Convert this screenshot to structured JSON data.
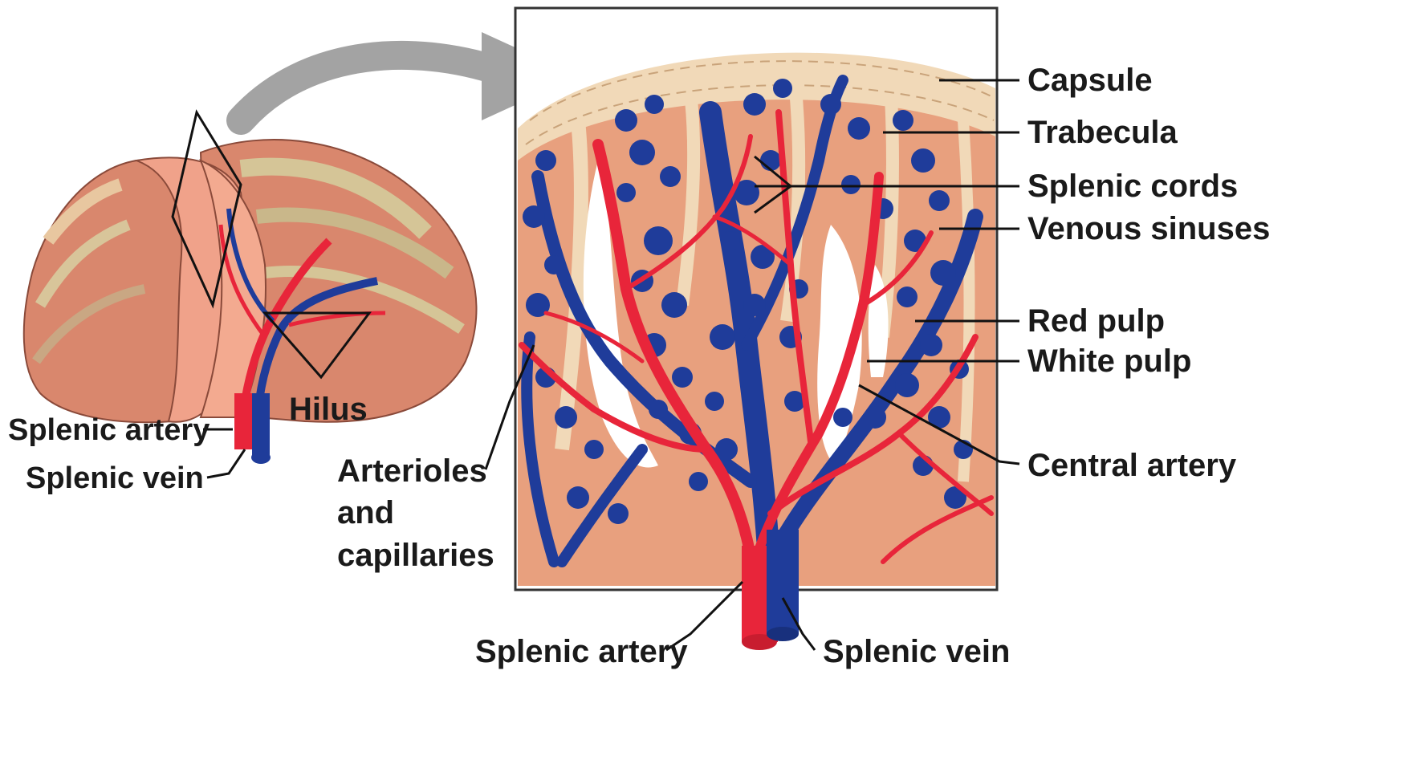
{
  "labels": {
    "capsule": "Capsule",
    "trabecula": "Trabecula",
    "splenic_cords": "Splenic cords",
    "venous_sinuses": "Venous sinuses",
    "red_pulp": "Red pulp",
    "white_pulp": "White pulp",
    "central_artery": "Central artery",
    "arterioles_line1": "Arterioles",
    "arterioles_line2": "and",
    "arterioles_line3": "capillaries",
    "hilus": "Hilus",
    "left_splenic_artery": "Splenic artery",
    "left_splenic_vein": "Splenic vein",
    "bottom_splenic_artery": "Splenic artery",
    "bottom_splenic_vein": "Splenic vein"
  },
  "colors": {
    "artery": "#e8253a",
    "vein": "#1f3c9a",
    "red_pulp": "#e8a07e",
    "capsule": "#f1d9b8",
    "white_pulp": "#ffffff",
    "arrow": "#9a9a9a"
  }
}
